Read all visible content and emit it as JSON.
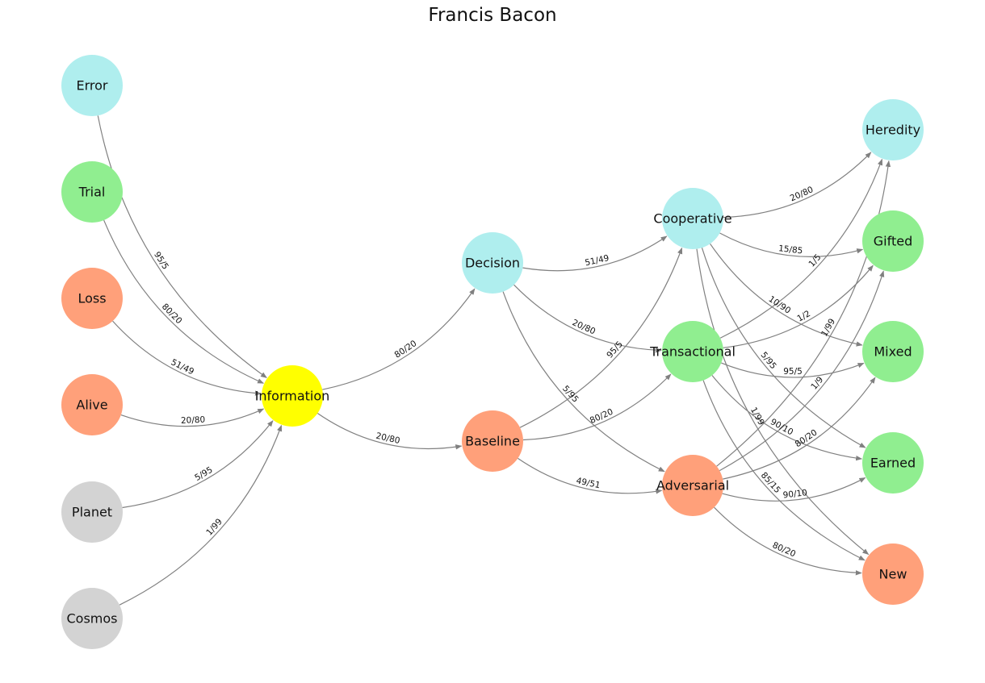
{
  "title": "Francis Bacon",
  "colors": {
    "paleturquoise": "#afeeee",
    "lightgreen": "#90ee90",
    "lightsalmon": "#ffa07a",
    "lightgray": "#d3d3d3",
    "yellow": "#ffff00",
    "edge": "#808080"
  },
  "nodes": [
    {
      "id": "error",
      "label": "Error",
      "color": "#afeeee"
    },
    {
      "id": "trial",
      "label": "Trial",
      "color": "#90ee90"
    },
    {
      "id": "loss",
      "label": "Loss",
      "color": "#ffa07a"
    },
    {
      "id": "alive",
      "label": "Alive",
      "color": "#ffa07a"
    },
    {
      "id": "planet",
      "label": "Planet",
      "color": "#d3d3d3"
    },
    {
      "id": "cosmos",
      "label": "Cosmos",
      "color": "#d3d3d3"
    },
    {
      "id": "information",
      "label": "Information",
      "color": "#ffff00"
    },
    {
      "id": "decision",
      "label": "Decision",
      "color": "#afeeee"
    },
    {
      "id": "baseline",
      "label": "Baseline",
      "color": "#ffa07a"
    },
    {
      "id": "cooperative",
      "label": "Cooperative",
      "color": "#afeeee"
    },
    {
      "id": "transactional",
      "label": "Transactional",
      "color": "#90ee90"
    },
    {
      "id": "adversarial",
      "label": "Adversarial",
      "color": "#ffa07a"
    },
    {
      "id": "heredity",
      "label": "Heredity",
      "color": "#afeeee"
    },
    {
      "id": "gifted",
      "label": "Gifted",
      "color": "#90ee90"
    },
    {
      "id": "mixed",
      "label": "Mixed",
      "color": "#90ee90"
    },
    {
      "id": "earned",
      "label": "Earned",
      "color": "#90ee90"
    },
    {
      "id": "new",
      "label": "New",
      "color": "#ffa07a"
    }
  ],
  "edges": [
    {
      "from": "error",
      "to": "information",
      "label": "95/5"
    },
    {
      "from": "trial",
      "to": "information",
      "label": "80/20"
    },
    {
      "from": "loss",
      "to": "information",
      "label": "51/49"
    },
    {
      "from": "alive",
      "to": "information",
      "label": "20/80"
    },
    {
      "from": "planet",
      "to": "information",
      "label": "5/95"
    },
    {
      "from": "cosmos",
      "to": "information",
      "label": "1/99"
    },
    {
      "from": "information",
      "to": "decision",
      "label": "80/20"
    },
    {
      "from": "information",
      "to": "baseline",
      "label": "20/80"
    },
    {
      "from": "decision",
      "to": "cooperative",
      "label": "51/49"
    },
    {
      "from": "decision",
      "to": "transactional",
      "label": "20/80"
    },
    {
      "from": "decision",
      "to": "adversarial",
      "label": "5/95"
    },
    {
      "from": "baseline",
      "to": "cooperative",
      "label": "95/5"
    },
    {
      "from": "baseline",
      "to": "transactional",
      "label": "80/20"
    },
    {
      "from": "baseline",
      "to": "adversarial",
      "label": "49/51"
    },
    {
      "from": "cooperative",
      "to": "heredity",
      "label": "20/80"
    },
    {
      "from": "cooperative",
      "to": "gifted",
      "label": "15/85"
    },
    {
      "from": "cooperative",
      "to": "mixed",
      "label": "10/90"
    },
    {
      "from": "cooperative",
      "to": "earned",
      "label": "5/95"
    },
    {
      "from": "cooperative",
      "to": "new",
      "label": "1/99"
    },
    {
      "from": "transactional",
      "to": "heredity",
      "label": "1/5"
    },
    {
      "from": "transactional",
      "to": "gifted",
      "label": "1/2"
    },
    {
      "from": "transactional",
      "to": "mixed",
      "label": "95/5"
    },
    {
      "from": "transactional",
      "to": "earned",
      "label": "90/10"
    },
    {
      "from": "transactional",
      "to": "new",
      "label": "85/15"
    },
    {
      "from": "adversarial",
      "to": "heredity",
      "label": "1/99"
    },
    {
      "from": "adversarial",
      "to": "gifted",
      "label": "1/9"
    },
    {
      "from": "adversarial",
      "to": "mixed",
      "label": "80/20"
    },
    {
      "from": "adversarial",
      "to": "earned",
      "label": "90/10"
    },
    {
      "from": "adversarial",
      "to": "new",
      "label": "80/20"
    }
  ]
}
